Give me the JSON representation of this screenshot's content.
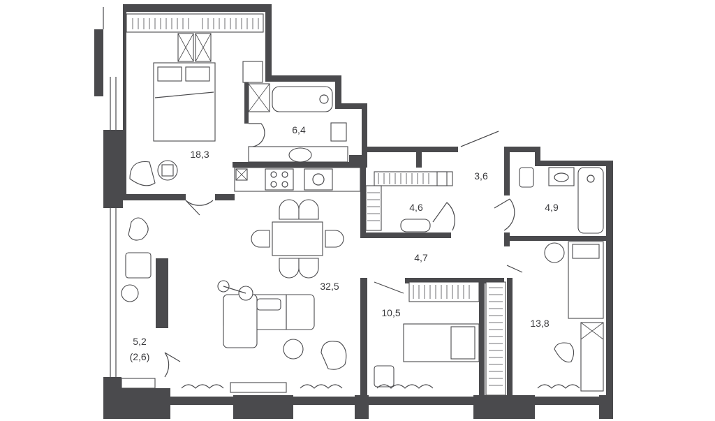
{
  "rooms": [
    {
      "id": "bedroom-1",
      "area": "18,3"
    },
    {
      "id": "bathroom-1",
      "area": "6,4"
    },
    {
      "id": "hall-1",
      "area": "3,6"
    },
    {
      "id": "wardrobe",
      "area": "4,6"
    },
    {
      "id": "bathroom-2",
      "area": "4,9"
    },
    {
      "id": "hall-2",
      "area": "4,7"
    },
    {
      "id": "living-kitchen",
      "area": "32,5"
    },
    {
      "id": "bedroom-2",
      "area": "10,5"
    },
    {
      "id": "bedroom-3",
      "area": "13,8"
    },
    {
      "id": "balcony",
      "area": "5,2",
      "area_reduced": "(2,6)"
    }
  ],
  "colors": {
    "walls": "#4a4a4d",
    "lines": "#4a4a4d",
    "background": "#ffffff"
  }
}
